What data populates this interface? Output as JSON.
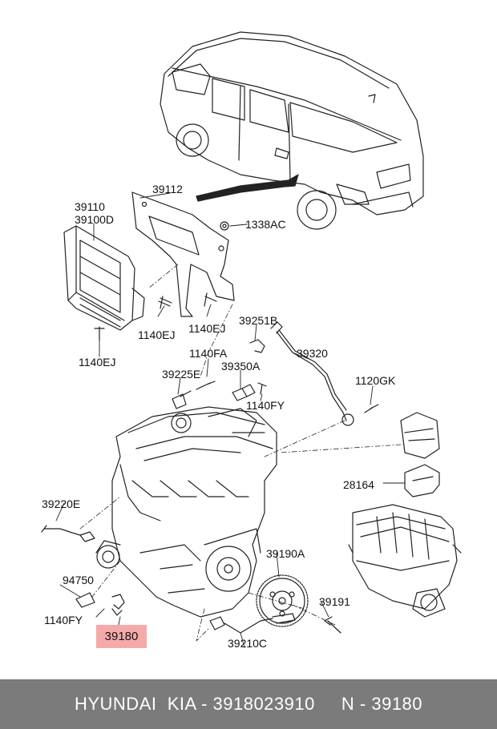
{
  "labels": {
    "l39112": "39112",
    "l39110": "39110",
    "l39100D": "39100D",
    "l1338AC": "1338AC",
    "l1140EJ_a": "1140EJ",
    "l1140EJ_b": "1140EJ",
    "l1140EJ_c": "1140EJ",
    "l39251B": "39251B",
    "l1140FA": "1140FA",
    "l39320": "39320",
    "l39225E": "39225E",
    "l39350A": "39350A",
    "l1120GK": "1120GK",
    "l1140FY_a": "1140FY",
    "l28164": "28164",
    "l39220E": "39220E",
    "l39190A": "39190A",
    "l94750": "94750",
    "l39191": "39191",
    "l1140FY_b": "1140FY",
    "l39180": "39180",
    "l39210C": "39210C"
  },
  "footer": {
    "text": "HYUNDAI  KIA - 3918023910     N - 39180"
  },
  "colors": {
    "highlight": "#f39a9a",
    "footer_bg": "#7b7b7b"
  }
}
